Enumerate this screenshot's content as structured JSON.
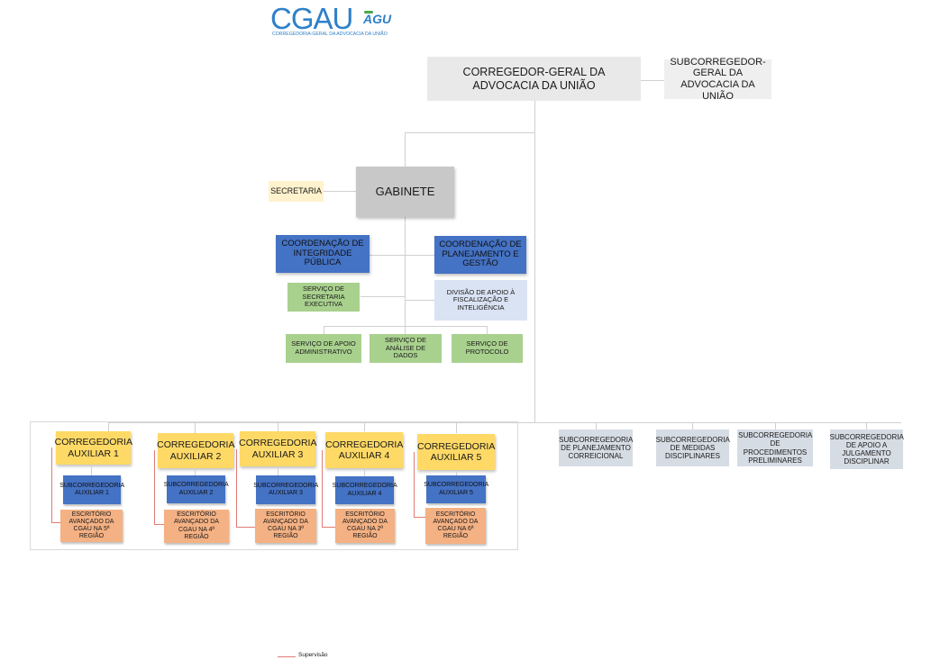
{
  "logo": {
    "wordmark": "CGAU",
    "badge": "AGU",
    "subtitle": "CORREGEDORIA-GERAL DA ADVOCACIA DA UNIÃO"
  },
  "top": {
    "corregedor": "CORREGEDOR-GERAL DA ADVOCACIA DA UNIÃO",
    "subcorregedor": "SUBCORREGEDOR-GERAL DA ADVOCACIA DA UNIÃO"
  },
  "gabinete": {
    "title": "GABINETE",
    "secretaria": "SECRETARIA"
  },
  "coordenacoes": {
    "integridade": "COORDENAÇÃO DE INTEGRIDADE PÚBLICA",
    "planejamento": "COORDENAÇÃO DE PLANEJAMENTO E GESTÃO"
  },
  "servicos": {
    "secretaria_executiva": "SERVIÇO DE SECRETARIA EXECUTIVA",
    "divisao_apoio": "DIVISÃO DE APOIO À FISCALIZAÇÃO E INTELIGÊNCIA",
    "apoio_administrativo": "SERVIÇO DE APOIO ADMINISTRATIVO",
    "analise_dados": "SERVIÇO DE ANÁLISE DE DADOS",
    "protocolo": "SERVIÇO DE PROTOCOLO"
  },
  "auxiliares": [
    {
      "title": "CORREGEDORIA AUXILIAR 1",
      "sub": "SUBCORREGEDORIA AUXILIAR 1",
      "escritorio": "ESCRITÓRIO AVANÇADO DA CGAU NA 5ª REGIÃO"
    },
    {
      "title": "CORREGEDORIA AUXILIAR 2",
      "sub": "SUBCORREGEDORIA AUXILIAR 2",
      "escritorio": "ESCRITÓRIO AVANÇADO DA CGAU NA 4ª REGIÃO"
    },
    {
      "title": "CORREGEDORIA AUXILIAR 3",
      "sub": "SUBCORREGEDORIA AUXILIAR 3",
      "escritorio": "ESCRITÓRIO AVANÇADO DA CGAU NA 3ª REGIÃO"
    },
    {
      "title": "CORREGEDORIA AUXILIAR 4",
      "sub": "SUBCORREGEDORIA AUXILIAR 4",
      "escritorio": "ESCRITÓRIO AVANÇADO DA CGAU NA 2ª REGIÃO"
    },
    {
      "title": "CORREGEDORIA AUXILIAR 5",
      "sub": "SUBCORREGEDORIA AUXILIAR 5",
      "escritorio": "ESCRITÓRIO AVANÇADO DA CGAU NA 6ª REGIÃO"
    }
  ],
  "subcorregedorias": [
    "SUBCORREGEDORIA DE PLANEJAMENTO CORREICIONAL",
    "SUBCORREGEDORIA DE MEDIDAS DISCIPLINARES",
    "SUBCORREGEDORIA DE PROCEDIMENTOS PRELIMINARES",
    "SUBCORREGEDORIA DE APOIO A JULGAMENTO DISCIPLINAR"
  ],
  "legend": {
    "label": "Supervisão",
    "color": "#e07b74"
  },
  "colors": {
    "gabinete": "#c8c8c8",
    "coordenacao": "#4472c4",
    "servico": "#a9d18e",
    "auxiliar": "#ffd966",
    "escritorio": "#f4b183",
    "subcorregedoria": "#d6dce4"
  }
}
